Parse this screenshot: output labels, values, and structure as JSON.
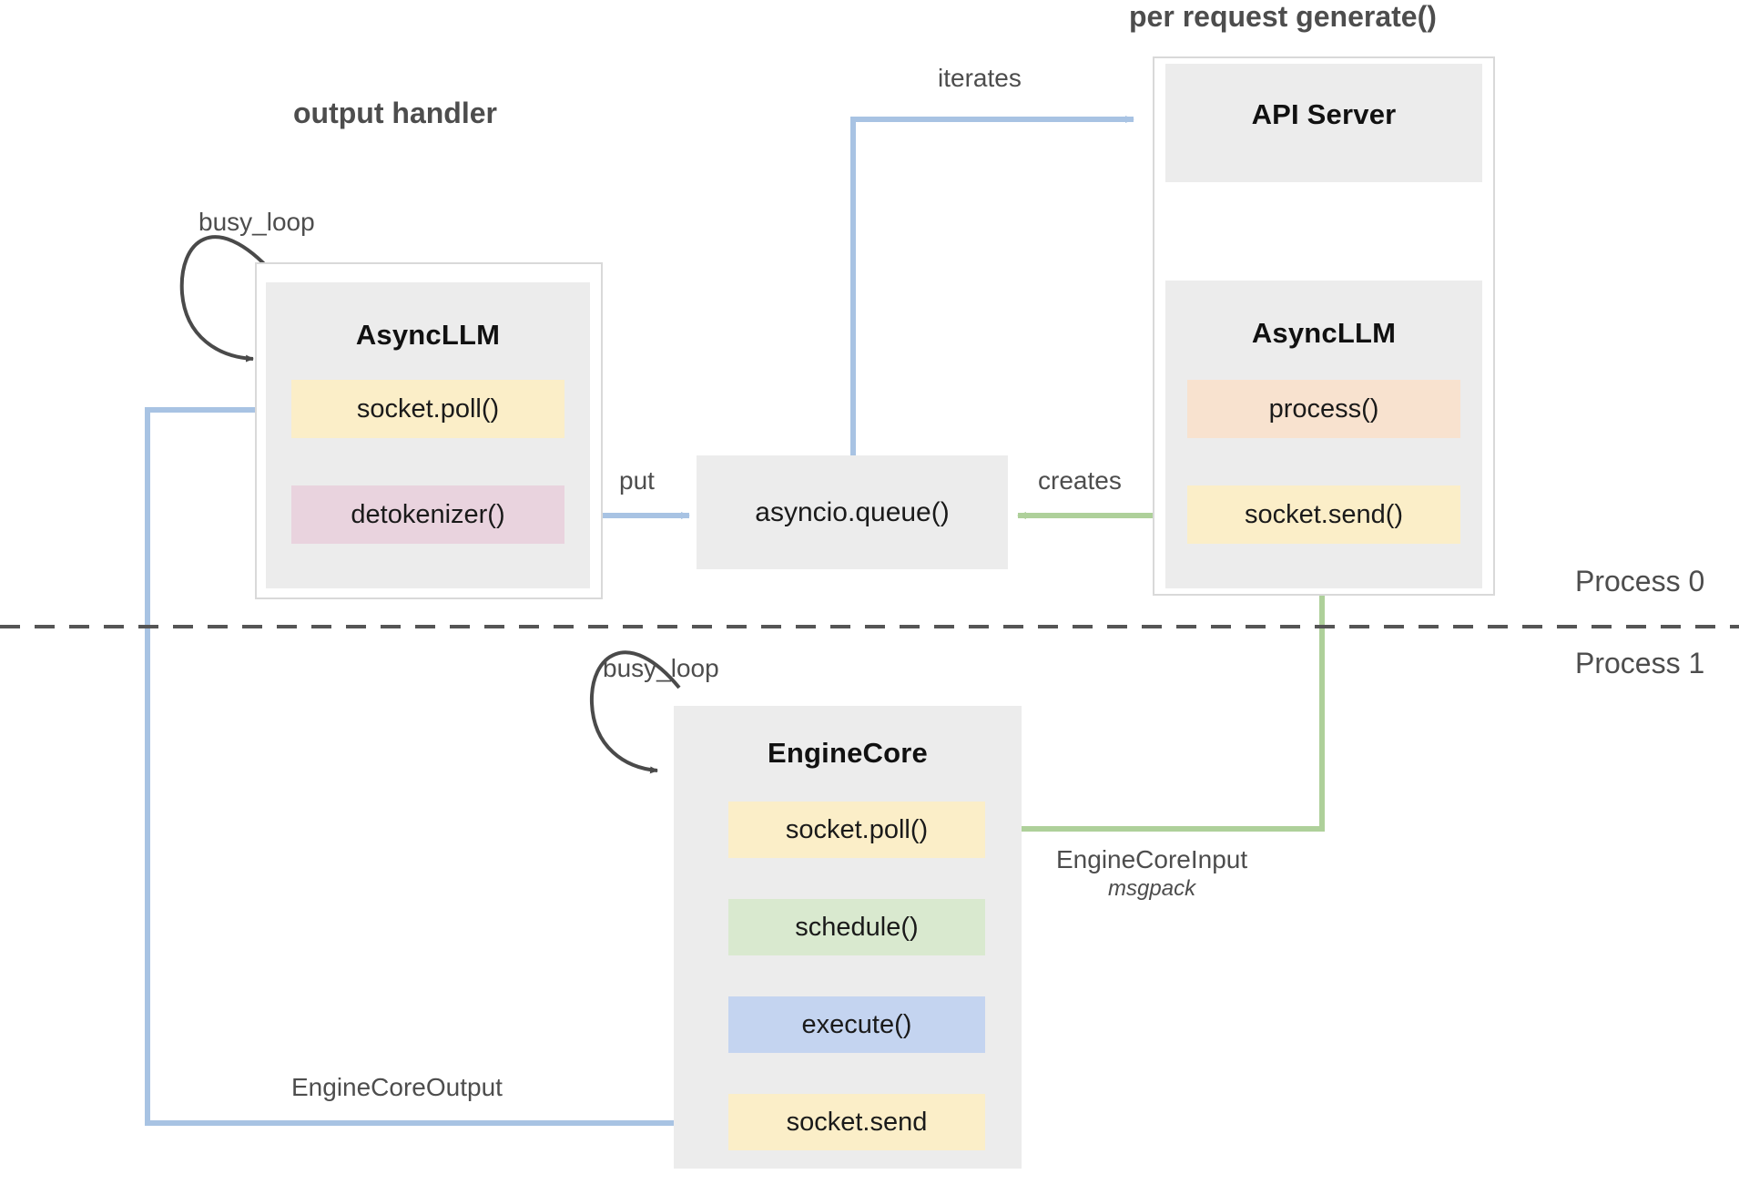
{
  "diagram": {
    "headings": {
      "output_handler": "output handler",
      "per_request_generate": "per request generate()"
    },
    "process_labels": {
      "top": "Process 0",
      "bottom": "Process 1"
    },
    "components": {
      "async_llm_left": {
        "title": "AsyncLLM",
        "chips": [
          {
            "label": "socket.poll()",
            "color": "#fbeec8"
          },
          {
            "label": "detokenizer()",
            "color": "#e9d3de"
          }
        ]
      },
      "api_server": {
        "title": "API Server"
      },
      "async_llm_right": {
        "title": "AsyncLLM",
        "chips": [
          {
            "label": "process()",
            "color": "#f8e2cf"
          },
          {
            "label": "socket.send()",
            "color": "#fbeec8"
          }
        ]
      },
      "asyncio_queue": {
        "title": "asyncio.queue()"
      },
      "engine_core": {
        "title": "EngineCore",
        "chips": [
          {
            "label": "socket.poll()",
            "color": "#fbeec8"
          },
          {
            "label": "schedule()",
            "color": "#d9e9cf"
          },
          {
            "label": "execute()",
            "color": "#c4d4f0"
          },
          {
            "label": "socket.send",
            "color": "#fbeec8"
          }
        ]
      }
    },
    "edges": {
      "busy_loop_left": "busy_loop",
      "busy_loop_engine": "busy_loop",
      "iterates": "iterates",
      "put": "put",
      "creates": "creates",
      "engine_core_input": "EngineCoreInput",
      "engine_core_input_sub": "msgpack",
      "engine_core_output": "EngineCoreOutput"
    },
    "colors": {
      "blue_wire": "#a8c3e3",
      "green_wire": "#aed09a",
      "dark_wire": "#4a4a4a",
      "box_grey": "#ececec",
      "border_grey": "#d9d9d9",
      "yellow_chip": "#fbeec8",
      "pink_chip": "#e9d3de",
      "peach_chip": "#f8e2cf",
      "green_chip": "#d9e9cf",
      "blue_chip": "#c4d4f0"
    }
  }
}
